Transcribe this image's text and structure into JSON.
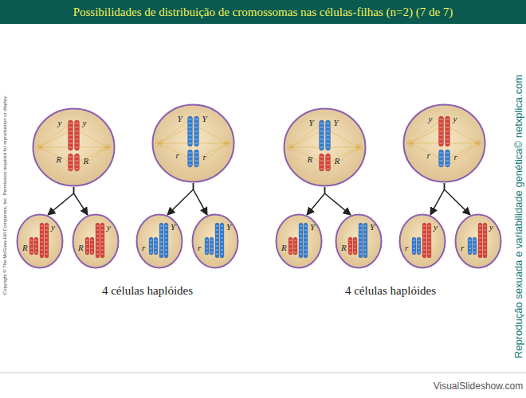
{
  "diagram": {
    "title": "Possibilidades de distribuição de cromossomas nas células-filhas (n=2) (7 de 7)",
    "nodes": [
      {
        "text": [
          "y",
          "y",
          "R",
          "R"
        ]
      },
      {
        "text": [
          "Y",
          "Y",
          "r",
          "r"
        ]
      },
      {
        "text": [
          "Y",
          "Y",
          "R",
          "R"
        ]
      },
      {
        "text": [
          "y",
          "y",
          "r",
          "r"
        ]
      },
      {
        "text": [
          "y",
          "R"
        ]
      },
      {
        "text": [
          "y",
          "R"
        ]
      },
      {
        "text": [
          "Y",
          "r"
        ]
      },
      {
        "text": [
          "Y",
          "r"
        ]
      },
      {
        "text": [
          "Y",
          "R"
        ]
      },
      {
        "text": [
          "Y",
          "R"
        ]
      },
      {
        "text": [
          "y",
          "r"
        ]
      },
      {
        "text": [
          "y",
          "r"
        ]
      }
    ],
    "edges": [
      {
        "from": 0,
        "to": 4,
        "arrow": "to"
      },
      {
        "from": 0,
        "to": 5,
        "arrow": "to"
      },
      {
        "from": 1,
        "to": 6,
        "arrow": "to"
      },
      {
        "from": 1,
        "to": 7,
        "arrow": "to"
      },
      {
        "from": 2,
        "to": 8,
        "arrow": "to"
      },
      {
        "from": 2,
        "to": 9,
        "arrow": "to"
      },
      {
        "from": 3,
        "to": 10,
        "arrow": "to"
      },
      {
        "from": 3,
        "to": 11,
        "arrow": "to"
      }
    ],
    "labels": [
      "4 células haplóides",
      "4 células haplóides",
      "Copyright © The McGraw-Hill Companies, Inc. Permission required for reproduction or display.",
      "Reprodução sexuada e variabilidade genética© netxplica.com",
      "VisualSlideshow.com"
    ]
  }
}
